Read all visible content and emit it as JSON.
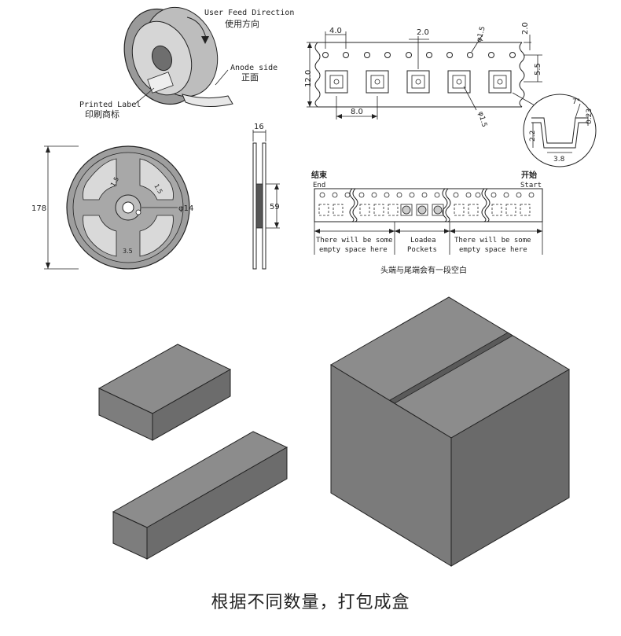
{
  "reel_perspective": {
    "feed_direction_en": "User Feed Direction",
    "feed_direction_cn": "使用方向",
    "anode_en": "Anode side",
    "anode_cn": "正面",
    "label_en": "Printed Label",
    "label_cn": "印刷商标"
  },
  "reel_front": {
    "height": "178",
    "hub": "φ14",
    "dim_a": "1.5",
    "dim_b": "1.5",
    "dim_c": "3.5"
  },
  "reel_side": {
    "width": "16",
    "hub": "59"
  },
  "tape": {
    "pitch_holes": "4.0",
    "hole_offset": "2.0",
    "hole_dia": "φ1.5",
    "edge": "2.0",
    "width": "12.0",
    "row_offset": "5.5",
    "pocket_pitch": "8.0",
    "pocket_hole": "φ1.5"
  },
  "pocket_detail": {
    "angle": "7°",
    "thickness": "0.23",
    "depth": "2.2",
    "width": "3.8"
  },
  "leader": {
    "end_cn": "结束",
    "end_en": "End",
    "start_cn": "开始",
    "start_en": "Start",
    "left_note_1": "There will be some",
    "left_note_2": "empty space here",
    "mid_note_1": "Loadea",
    "mid_note_2": "Pockets",
    "right_note_1": "There will be some",
    "right_note_2": "empty space here",
    "footer_cn": "头端与尾端会有一段空白"
  },
  "caption": "根据不同数量，打包成盒",
  "colors": {
    "box_top": "#8a8a8a",
    "box_front": "#7b7b7b",
    "box_side": "#6a6a6a",
    "ink": "#222222"
  }
}
